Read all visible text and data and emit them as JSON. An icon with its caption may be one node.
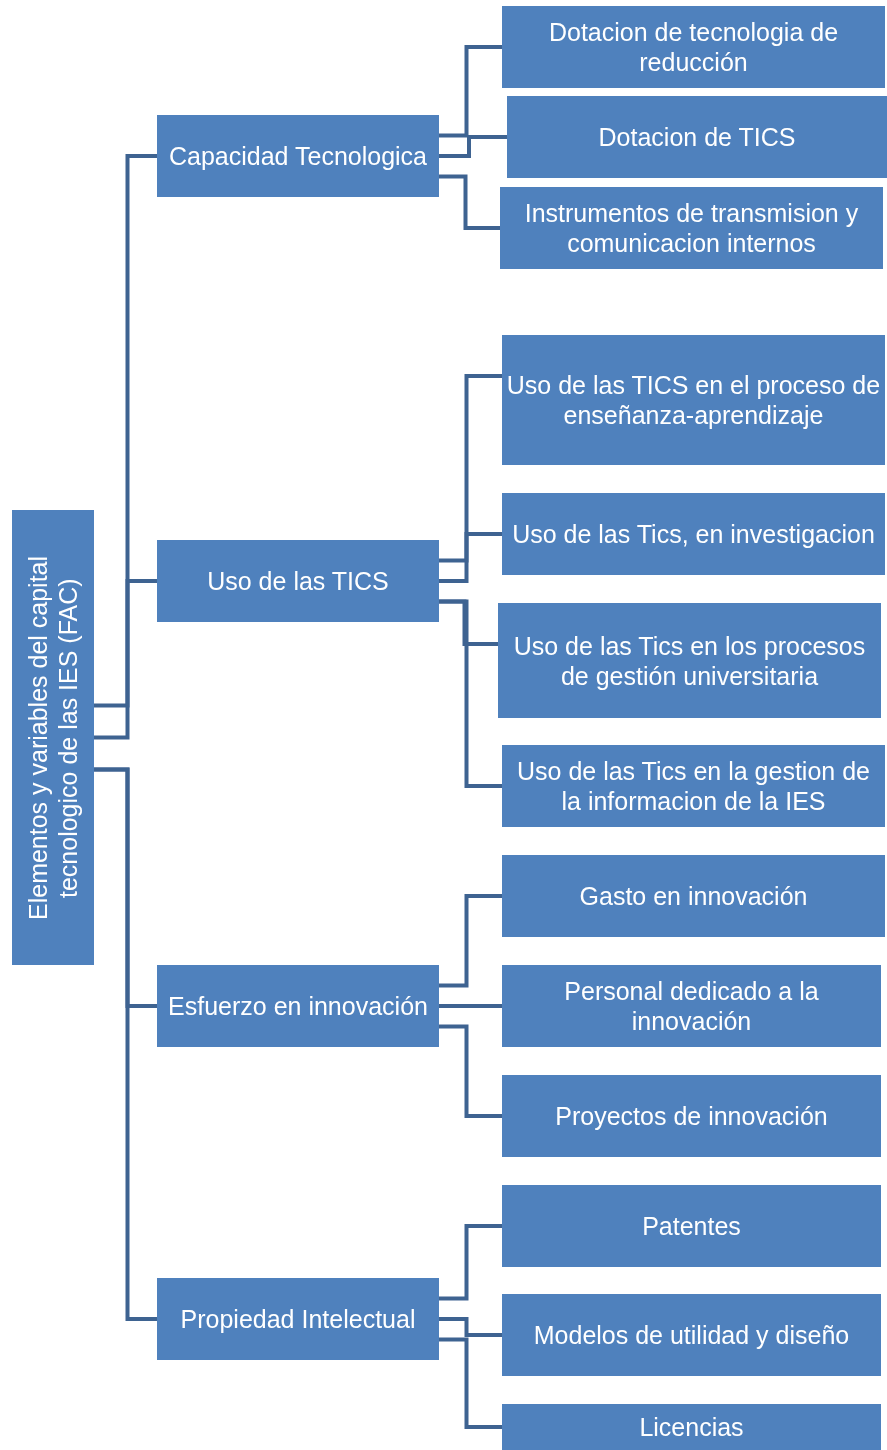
{
  "diagram": {
    "nodes": [
      {
        "text": [
          "Elementos y variables del capital tecnologico de las IES (FAC)"
        ]
      },
      {
        "text": [
          "Capacidad Tecnologica"
        ]
      },
      {
        "text": [
          "Dotacion de tecnologia de reducción"
        ]
      },
      {
        "text": [
          "Dotacion de TICS"
        ]
      },
      {
        "text": [
          "Instrumentos de transmision y comunicacion internos"
        ]
      },
      {
        "text": [
          "Uso de las TICS"
        ]
      },
      {
        "text": [
          "Uso de las TICS en el proceso de enseñanza-aprendizaje"
        ]
      },
      {
        "text": [
          "Uso de las Tics, en investigacion"
        ]
      },
      {
        "text": [
          "Uso de las Tics en los procesos de gestión universitaria"
        ]
      },
      {
        "text": [
          "Uso de las Tics en la gestion de la informacion de la IES"
        ]
      },
      {
        "text": [
          "Esfuerzo en innovación"
        ]
      },
      {
        "text": [
          "Gasto en innovación"
        ]
      },
      {
        "text": [
          "Personal dedicado a la innovación"
        ]
      },
      {
        "text": [
          "Proyectos de innovación"
        ]
      },
      {
        "text": [
          "Propiedad Intelectual"
        ]
      },
      {
        "text": [
          "Patentes"
        ]
      },
      {
        "text": [
          "Modelos de utilidad y diseño"
        ]
      },
      {
        "text": [
          "Licencias"
        ]
      }
    ],
    "edges": [
      {
        "from": 0,
        "to": 1,
        "arrow": "none"
      },
      {
        "from": 0,
        "to": 5,
        "arrow": "none"
      },
      {
        "from": 0,
        "to": 10,
        "arrow": "none"
      },
      {
        "from": 0,
        "to": 14,
        "arrow": "none"
      },
      {
        "from": 1,
        "to": 2,
        "arrow": "none"
      },
      {
        "from": 1,
        "to": 3,
        "arrow": "none"
      },
      {
        "from": 1,
        "to": 4,
        "arrow": "none"
      },
      {
        "from": 5,
        "to": 6,
        "arrow": "none"
      },
      {
        "from": 5,
        "to": 7,
        "arrow": "none"
      },
      {
        "from": 5,
        "to": 8,
        "arrow": "none"
      },
      {
        "from": 5,
        "to": 9,
        "arrow": "none"
      },
      {
        "from": 10,
        "to": 11,
        "arrow": "none"
      },
      {
        "from": 10,
        "to": 12,
        "arrow": "none"
      },
      {
        "from": 10,
        "to": 13,
        "arrow": "none"
      },
      {
        "from": 14,
        "to": 15,
        "arrow": "none"
      },
      {
        "from": 14,
        "to": 16,
        "arrow": "none"
      },
      {
        "from": 14,
        "to": 17,
        "arrow": "none"
      }
    ]
  }
}
